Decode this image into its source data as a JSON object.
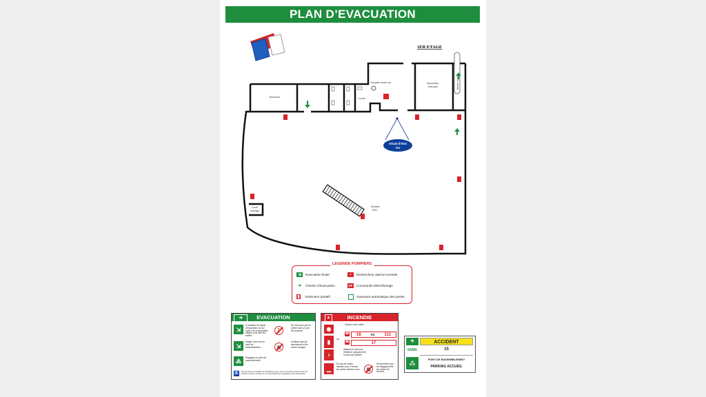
{
  "title": "PLAN D’EVACUATION",
  "floor_label": "1ER ETAGE",
  "rooms": {
    "bureaux": "Bureaux",
    "local": "Local",
    "escalier_rdc_top": "Escalier accès rdc",
    "mezzanine": "Mezzanine",
    "mezzanine_sub": "Entrepôt",
    "monte_charge": "Monte charge",
    "local_menage": "Local",
    "local_menage_sub": "ménage",
    "escalier_rdc": "Escalier",
    "escalier_rdc_sub": "RDC"
  },
  "you_are_here": {
    "line1": "VOUS ÊTES",
    "line2": "ICI"
  },
  "legend": {
    "title": "LEGENDE POMPIERS",
    "items": [
      {
        "icon": "exit-sign-icon",
        "label": "Evacuation finale"
      },
      {
        "icon": "fire-alarm-icon",
        "label": "Déclencheur alarme incendie"
      },
      {
        "icon": "arrow-right-icon",
        "label": "Chemin d’évacuation"
      },
      {
        "icon": "smoke-control-icon",
        "label": "Commande désenfumage",
        "code": "DF"
      },
      {
        "icon": "extinguisher-icon",
        "label": "Extincteur portatif"
      },
      {
        "icon": "auto-door-icon",
        "label": "Ouverture automatique des portes"
      }
    ]
  },
  "evacuation_panel": {
    "title": "EVACUATION",
    "text1": "A l’audition du signal d’évacuation ou sur ordre d’un responsable dirigez-vous vers les sorties",
    "text2": "Dirigez-vous vers le point de rassemblement",
    "text3": "Ne retournez pas en arrière sans y avoir été autorisé",
    "text4": "N’utilisez pas les ascenseurs ni les monte charges",
    "text5": "Regagnez le point de rassemblement",
    "text6": "Si vous êtes en situation de handicap et que vous ne pouvez évacuer par vos propres moyens, prévenez un responsable qui organisera votre évacuation"
  },
  "incendie_panel": {
    "title": "INCENDIE",
    "text1": "Gardez votre calme",
    "num1": "18",
    "ou": "ou",
    "num2": "112",
    "num3": "17",
    "text2": "Attaquez le feu pour l’éteindre (uniquement) si cela est possible",
    "text3": "En cas de fumée baissez-vous. Fermez les portes derrière vous",
    "text4": "N’encombrez pas les dégagements, les sorties de secours"
  },
  "accident_panel": {
    "title": "ACCIDENT",
    "samu_label": "SAMU",
    "samu_number": "15",
    "point_label": "POINT DE RASSEMBLEMENT",
    "point_value": "PARKING ACCUEIL"
  },
  "colors": {
    "green": "#1e8e3e",
    "red": "#d8232a",
    "blue": "#1a3c8e",
    "yellow": "#f7e01a"
  }
}
